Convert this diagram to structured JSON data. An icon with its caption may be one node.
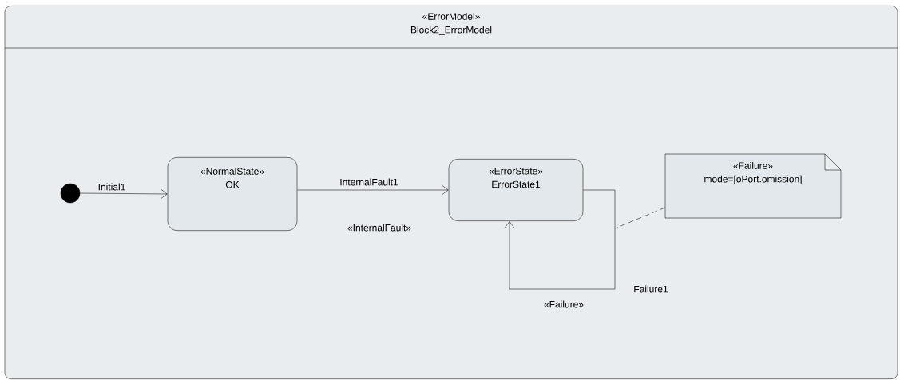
{
  "diagram": {
    "nodes": [
      {
        "text": [
          "«ErrorModel»",
          "Block2_ErrorModel"
        ]
      },
      {
        "text": [],
        "shape": "circle",
        "in": 0
      },
      {
        "text": [
          "«NormalState»",
          "OK"
        ],
        "in": 0
      },
      {
        "text": [
          "«ErrorState»",
          "ErrorState1"
        ],
        "in": 0
      },
      {
        "text": [
          "«Failure»",
          "mode=[oPort.omission]"
        ],
        "in": 0
      }
    ],
    "edges": [
      {
        "from": 1,
        "to": 2,
        "arrow": "to",
        "label": "Initial1"
      },
      {
        "from": 2,
        "to": 3,
        "arrow": "to",
        "label": "InternalFault1"
      },
      {
        "from": 3,
        "to": 3,
        "arrow": "to",
        "label": "Failure1"
      },
      {
        "from": 4,
        "to": null,
        "arrow": "none",
        "style": "dashed"
      }
    ],
    "labels": [
      "«InternalFault»",
      "«Failure»"
    ]
  }
}
